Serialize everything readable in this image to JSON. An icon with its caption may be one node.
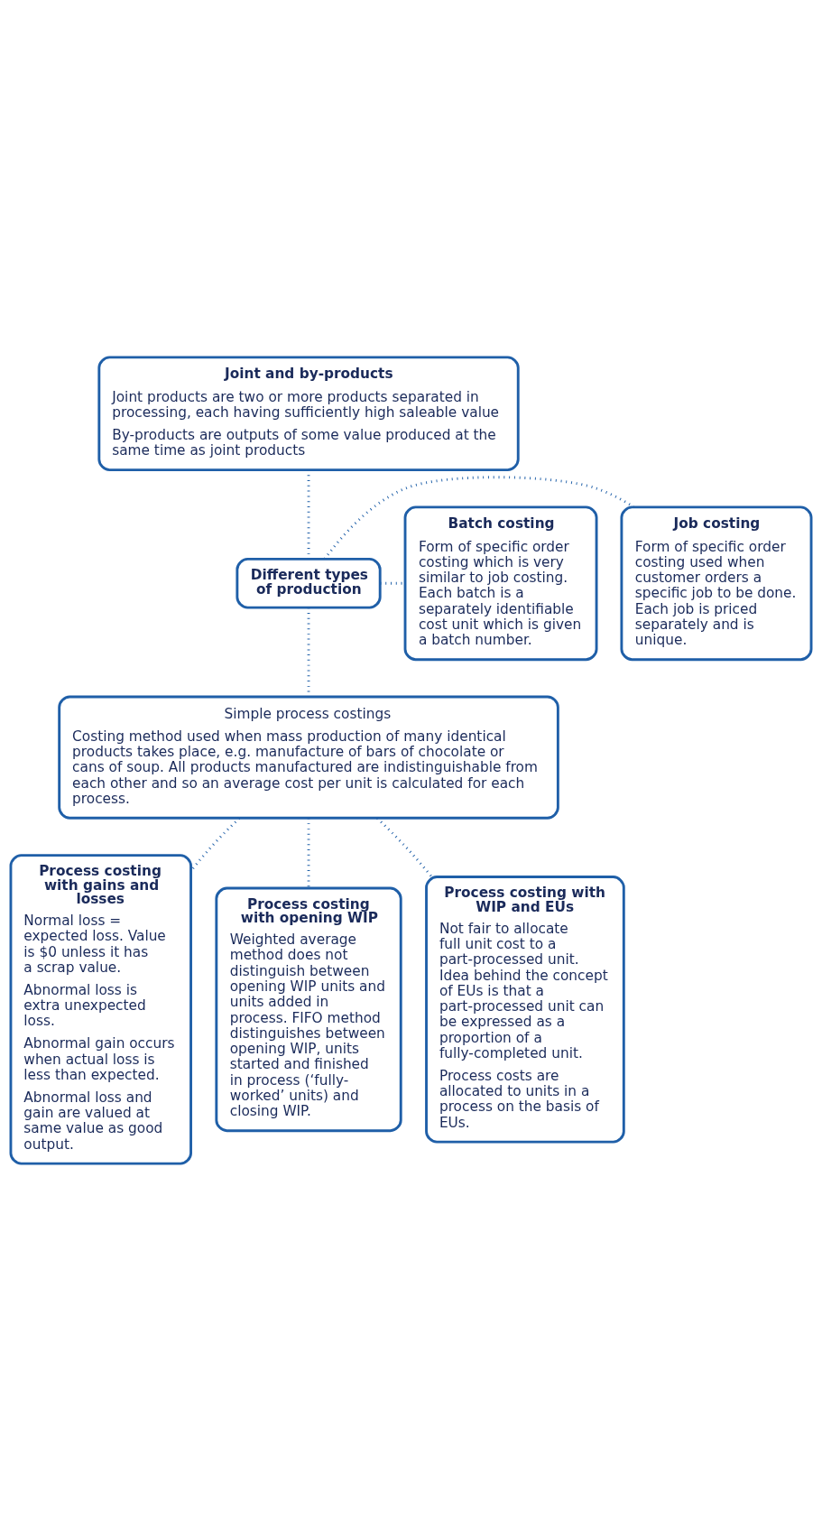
{
  "diagram": {
    "nodes": [
      {
        "text": [
          "Joint and by-products",
          "Joint products are two or more products separated in processing, each having sufficiently high saleable value",
          "By-products are outputs of some value produced at the same time as joint products"
        ]
      },
      {
        "text": [
          "Job costing",
          "Form of specific order costing used when customer orders a specific job to be done. Each job is priced separately and is unique."
        ]
      },
      {
        "text": [
          "Different types of production"
        ]
      },
      {
        "text": [
          "Batch costing",
          "Form of specific order costing which is very similar to job costing. Each batch is a separately identifiable cost unit which is given a batch number."
        ]
      },
      {
        "text": [
          "Simple process costings",
          "Costing method used when mass production of many identical products takes place, e.g. manufacture of bars of chocolate or cans of soup. All products manufactured are indistinguishable from each other and so an average cost per unit is calculated for each process."
        ]
      },
      {
        "text": [
          "Process costing with gains and losses",
          "Normal loss = expected loss. Value is $0 unless it has a scrap value.",
          "Abnormal loss is extra unexpected loss.",
          "Abnormal gain occurs when actual loss is less than expected.",
          "Abnormal loss and gain are valued at same value as good output."
        ]
      },
      {
        "text": [
          "Process costing with opening WIP",
          "Weighted average method does not distinguish between opening WIP units and units added in process. FIFO method distinguishes between opening WIP, units started and finished in process (‘fully- worked’ units) and closing WIP."
        ]
      },
      {
        "text": [
          "Process costing with WIP and EUs",
          "Not fair to allocate full unit cost to a part-processed unit. Idea behind the concept of EUs is that a part-processed unit can be expressed as a proportion of a fully-completed unit.",
          "Process costs are allocated to units in a process on the basis of EUs."
        ]
      }
    ],
    "edges": [
      {
        "from": 0,
        "to": 2,
        "arrow": "none"
      },
      {
        "from": 2,
        "to": 1,
        "arrow": "none"
      },
      {
        "from": 2,
        "to": 3,
        "arrow": "none"
      },
      {
        "from": 2,
        "to": 4,
        "arrow": "none"
      },
      {
        "from": 4,
        "to": 5,
        "arrow": "none"
      },
      {
        "from": 4,
        "to": 6,
        "arrow": "none"
      },
      {
        "from": 4,
        "to": 7,
        "arrow": "none"
      }
    ]
  }
}
